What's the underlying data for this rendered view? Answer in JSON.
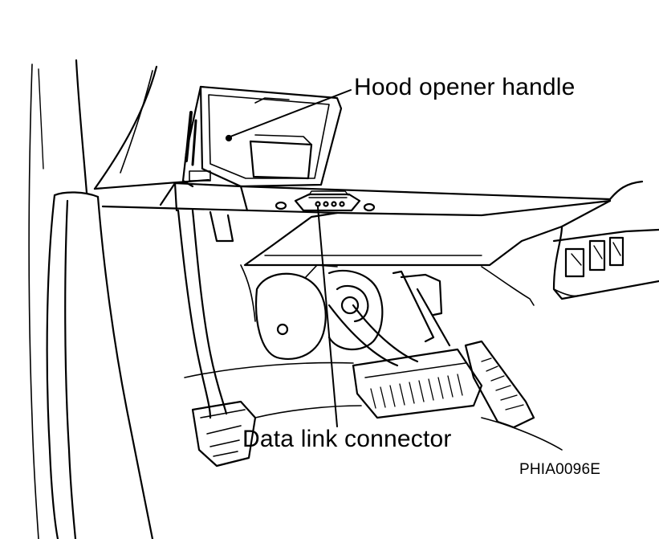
{
  "figure": {
    "callouts": {
      "hood_opener_handle": "Hood opener handle",
      "data_link_connector": "Data link connector"
    },
    "figure_code": "PHIA0096E"
  }
}
